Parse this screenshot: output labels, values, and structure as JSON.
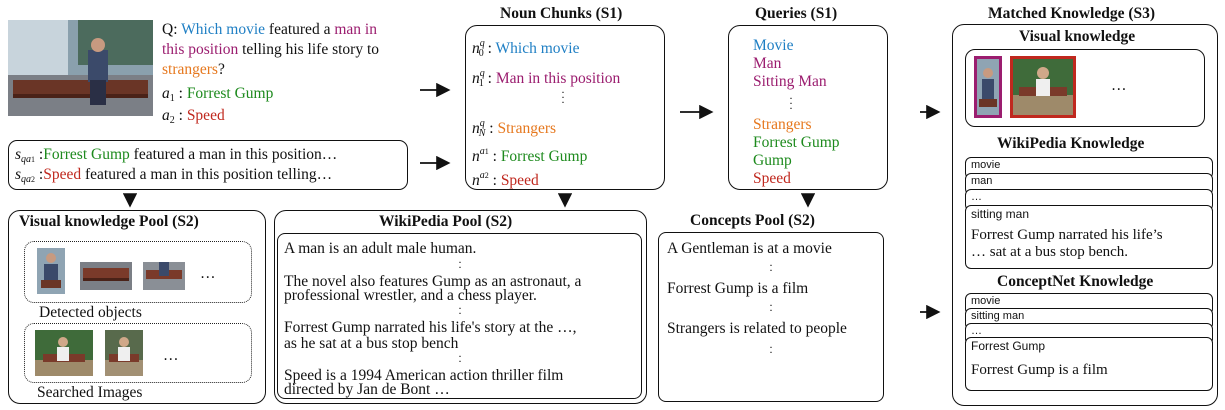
{
  "question": {
    "q_prefix": "Q:",
    "part1": "Which movie",
    "part2": "featured a",
    "part3": "man in",
    "part4": "this position",
    "part5": "telling his life story to",
    "part6": "strangers",
    "part7": "?",
    "a1_label": "a",
    "a1_sub": "1",
    "a1_text": "Forrest Gump",
    "a2_label": "a",
    "a2_sub": "2",
    "a2_text": "Speed"
  },
  "statements": {
    "s1_sym": "s",
    "s1_sub": "qa",
    "s1_subsub": "1",
    "s1_colored": "Forrest Gump",
    "s1_rest": "featured a man in this position…",
    "s2_sym": "s",
    "s2_sub": "qa",
    "s2_subsub": "2",
    "s2_colored": "Speed",
    "s2_rest": "featured a man in this position telling…"
  },
  "noun_chunks": {
    "title": "Noun Chunks (S1)",
    "items": [
      {
        "sym": "n",
        "sup": "q",
        "sub": "0",
        "text": "Which movie"
      },
      {
        "sym": "n",
        "sup": "q",
        "sub": "1",
        "text": "Man in this position"
      },
      {
        "sym": "n",
        "sup": "q",
        "sub": "N",
        "text": "Strangers"
      },
      {
        "sym": "n",
        "sup": "a",
        "supsub": "1",
        "text": "Forrest Gump"
      },
      {
        "sym": "n",
        "sup": "a",
        "supsub": "2",
        "text": "Speed"
      }
    ]
  },
  "queries": {
    "title": "Queries (S1)",
    "items": [
      "Movie",
      "Man",
      "Sitting Man",
      "Strangers",
      "Forrest Gump",
      "Gump",
      "Speed"
    ]
  },
  "visual_pool": {
    "title": "Visual knowledge Pool (S2)",
    "detected_label": "Detected objects",
    "searched_label": "Searched Images",
    "ellipsis": "…"
  },
  "wiki_pool": {
    "title": "WikiPedia Pool (S2)",
    "p1": "A man is an adult male human.",
    "p2a": "The novel also features Gump as an astronaut, a",
    "p2b": "professional wrestler, and a chess player.",
    "p3a": "Forrest Gump narrated his life's story at the …,",
    "p3b": "as he sat at a bus stop bench",
    "p4a": "Speed is a 1994 American action thriller film",
    "p4b": "directed by Jan de Bont …"
  },
  "concepts_pool": {
    "title": "Concepts Pool (S2)",
    "c1": "A Gentleman is at a movie",
    "c2": "Forrest Gump is a film",
    "c3": "Strangers is related to people"
  },
  "matched": {
    "title": "Matched Knowledge (S3)",
    "visual_title": "Visual knowledge",
    "ellipsis": "…",
    "wiki_title": "WikiPedia Knowledge",
    "wiki_tabs": [
      "movie",
      "man",
      "…",
      "sitting man"
    ],
    "wiki_text1": "Forrest Gump narrated his life’s",
    "wiki_text2": "… sat at a bus stop bench.",
    "concept_title": "ConceptNet Knowledge",
    "concept_tabs": [
      "movie",
      "sitting man",
      "…",
      "Forrest Gump"
    ],
    "concept_text": "Forrest Gump is a film"
  },
  "colors": {
    "blue": "#1f7fc4",
    "purple": "#9b1d6f",
    "orange": "#e6781e",
    "green": "#1d8a1d",
    "red": "#c0281e"
  }
}
